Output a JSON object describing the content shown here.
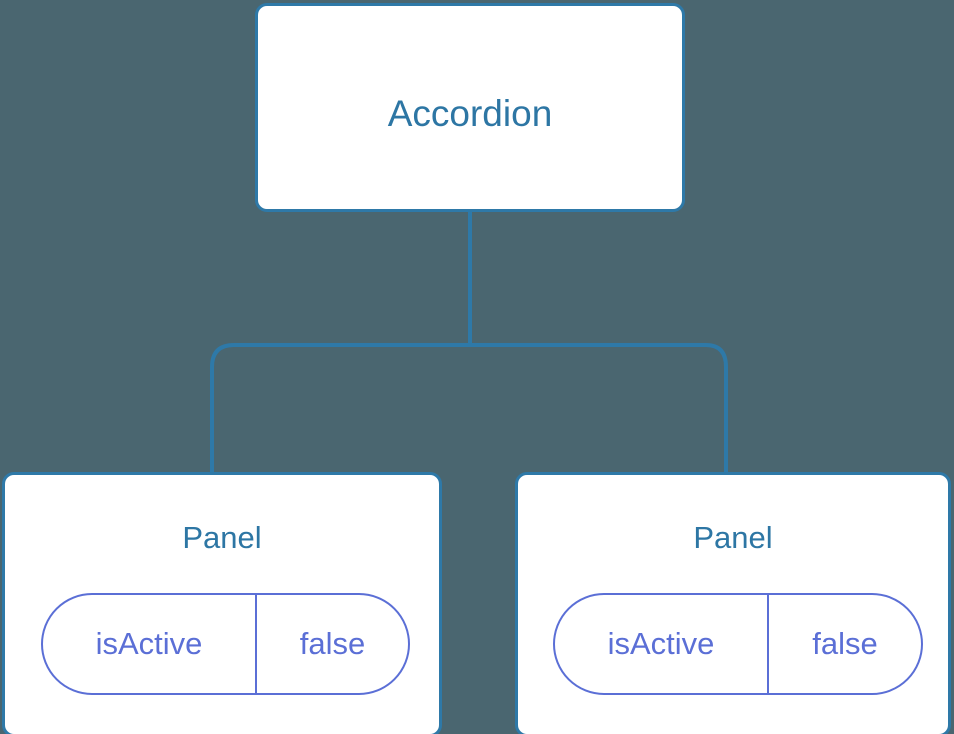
{
  "diagram": {
    "type": "component-tree",
    "background_color": "#4a6670",
    "node_border_color": "#2e79a8",
    "node_fill_color": "#ffffff",
    "node_title_color": "#2d76a4",
    "prop_color": "#5b6fd6",
    "connector_color": "#2e79a8",
    "root": {
      "title": "Accordion"
    },
    "children": [
      {
        "title": "Panel",
        "props": [
          {
            "key": "isActive",
            "value": "false"
          }
        ]
      },
      {
        "title": "Panel",
        "props": [
          {
            "key": "isActive",
            "value": "false"
          }
        ]
      }
    ]
  }
}
